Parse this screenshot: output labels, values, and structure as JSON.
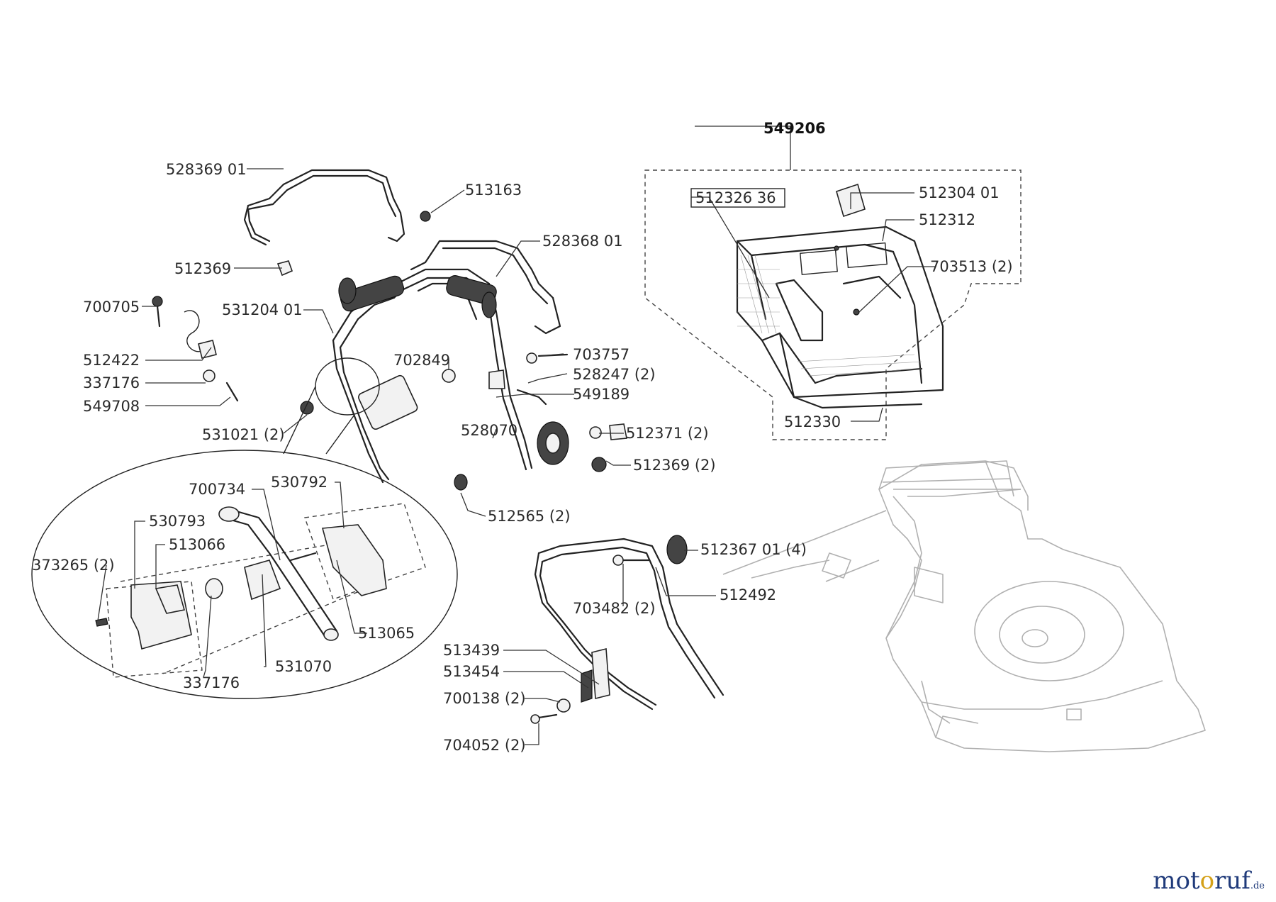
{
  "diagram": {
    "assembly_number": "549206",
    "part_labels": [
      "528369 01",
      "513163",
      "512369",
      "528368 01",
      "700705",
      "531204 01",
      "512422",
      "337176",
      "549708",
      "702849",
      "703757",
      "528247 (2)",
      "549189",
      "531021 (2)",
      "528070",
      "512371 (2)",
      "512369 (2)",
      "512565 (2)",
      "700734",
      "530792",
      "530793",
      "513066",
      "373265 (2)",
      "513065",
      "337176",
      "531070",
      "512367 01 (4)",
      "512492",
      "703482 (2)",
      "513439",
      "513454",
      "700138 (2)",
      "704052 (2)",
      "512326 36",
      "512304 01",
      "512312",
      "703513 (2)",
      "512330"
    ]
  },
  "brand": {
    "part1": "mot",
    "part2": "o",
    "part3": "ruf",
    "tld": ".de"
  }
}
